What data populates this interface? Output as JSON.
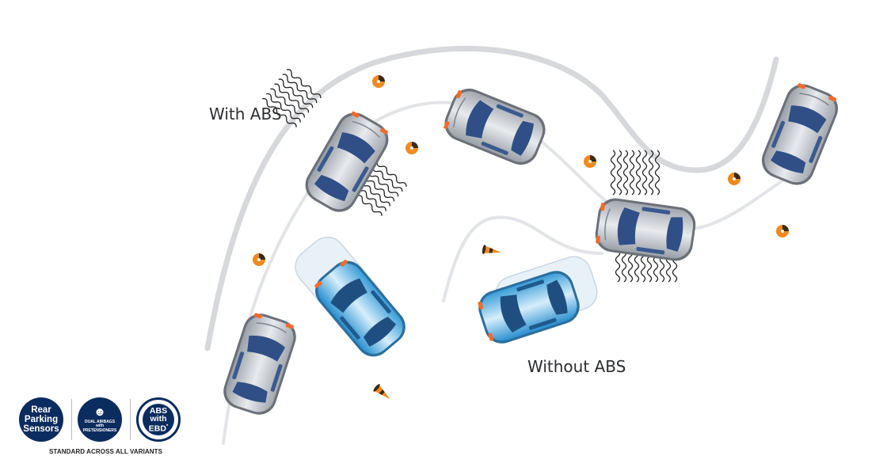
{
  "labels": {
    "with_abs": "With ABS",
    "without_abs": "Without ABS"
  },
  "badges": {
    "parking": {
      "line1": "Rear",
      "line2": "Parking",
      "line3": "Sensors"
    },
    "airbags": {
      "line1": "DUAL AIRBAGS",
      "line2": "with",
      "line3": "PRETENSIONERS"
    },
    "abs": {
      "line1": "ABS",
      "line2": "with",
      "line3": "EBD",
      "sup": "*"
    }
  },
  "footer": "STANDARD ACROSS ALL VARIANTS",
  "colors": {
    "badge": "#0b2c5e",
    "cone": "#f08a1e",
    "car_silver": "#c9ccd1",
    "car_blue": "#5bb4e6"
  },
  "icons": [
    "traffic-cone-icon",
    "skid-marks-icon",
    "airbag-icon"
  ]
}
